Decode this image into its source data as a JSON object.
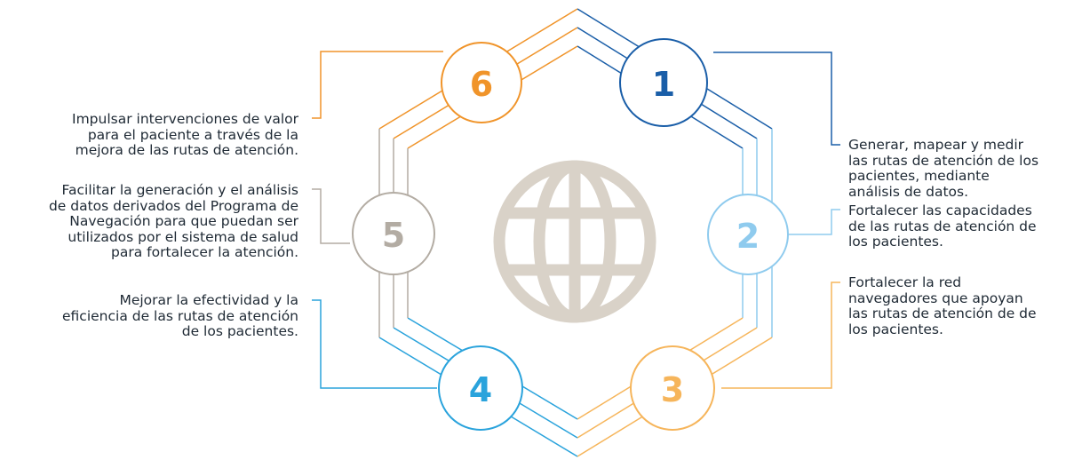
{
  "colors": {
    "step1": "#1a5ea8",
    "step2": "#8fcbee",
    "step3": "#f6b55b",
    "step4": "#2aa3dc",
    "step5": "#b3aca3",
    "step6": "#f0942a",
    "globe": "#d9d2c8"
  },
  "icons": {
    "center": "globe-icon"
  },
  "steps": [
    {
      "number": "1",
      "text": "Generar, mapear y medir\nlas rutas de atención de los\npacientes, mediante\nanálisis de datos."
    },
    {
      "number": "2",
      "text": "Fortalecer las capacidades\n de las rutas de atención de\nlos pacientes."
    },
    {
      "number": "3",
      "text": "Fortalecer la red\nnavegadores que apoyan\nlas rutas de atención de de\nlos pacientes."
    },
    {
      "number": "4",
      "text": "Mejorar la efectividad y la\neficiencia de las rutas de atención\nde los pacientes."
    },
    {
      "number": "5",
      "text": "Facilitar la generación y el análisis\nde datos derivados del Programa de\nNavegación para que puedan ser\nutilizados por el sistema de salud\npara fortalecer la atención."
    },
    {
      "number": "6",
      "text": "Impulsar intervenciones de valor\npara el paciente a través de la\nmejora de las rutas de atención."
    }
  ]
}
